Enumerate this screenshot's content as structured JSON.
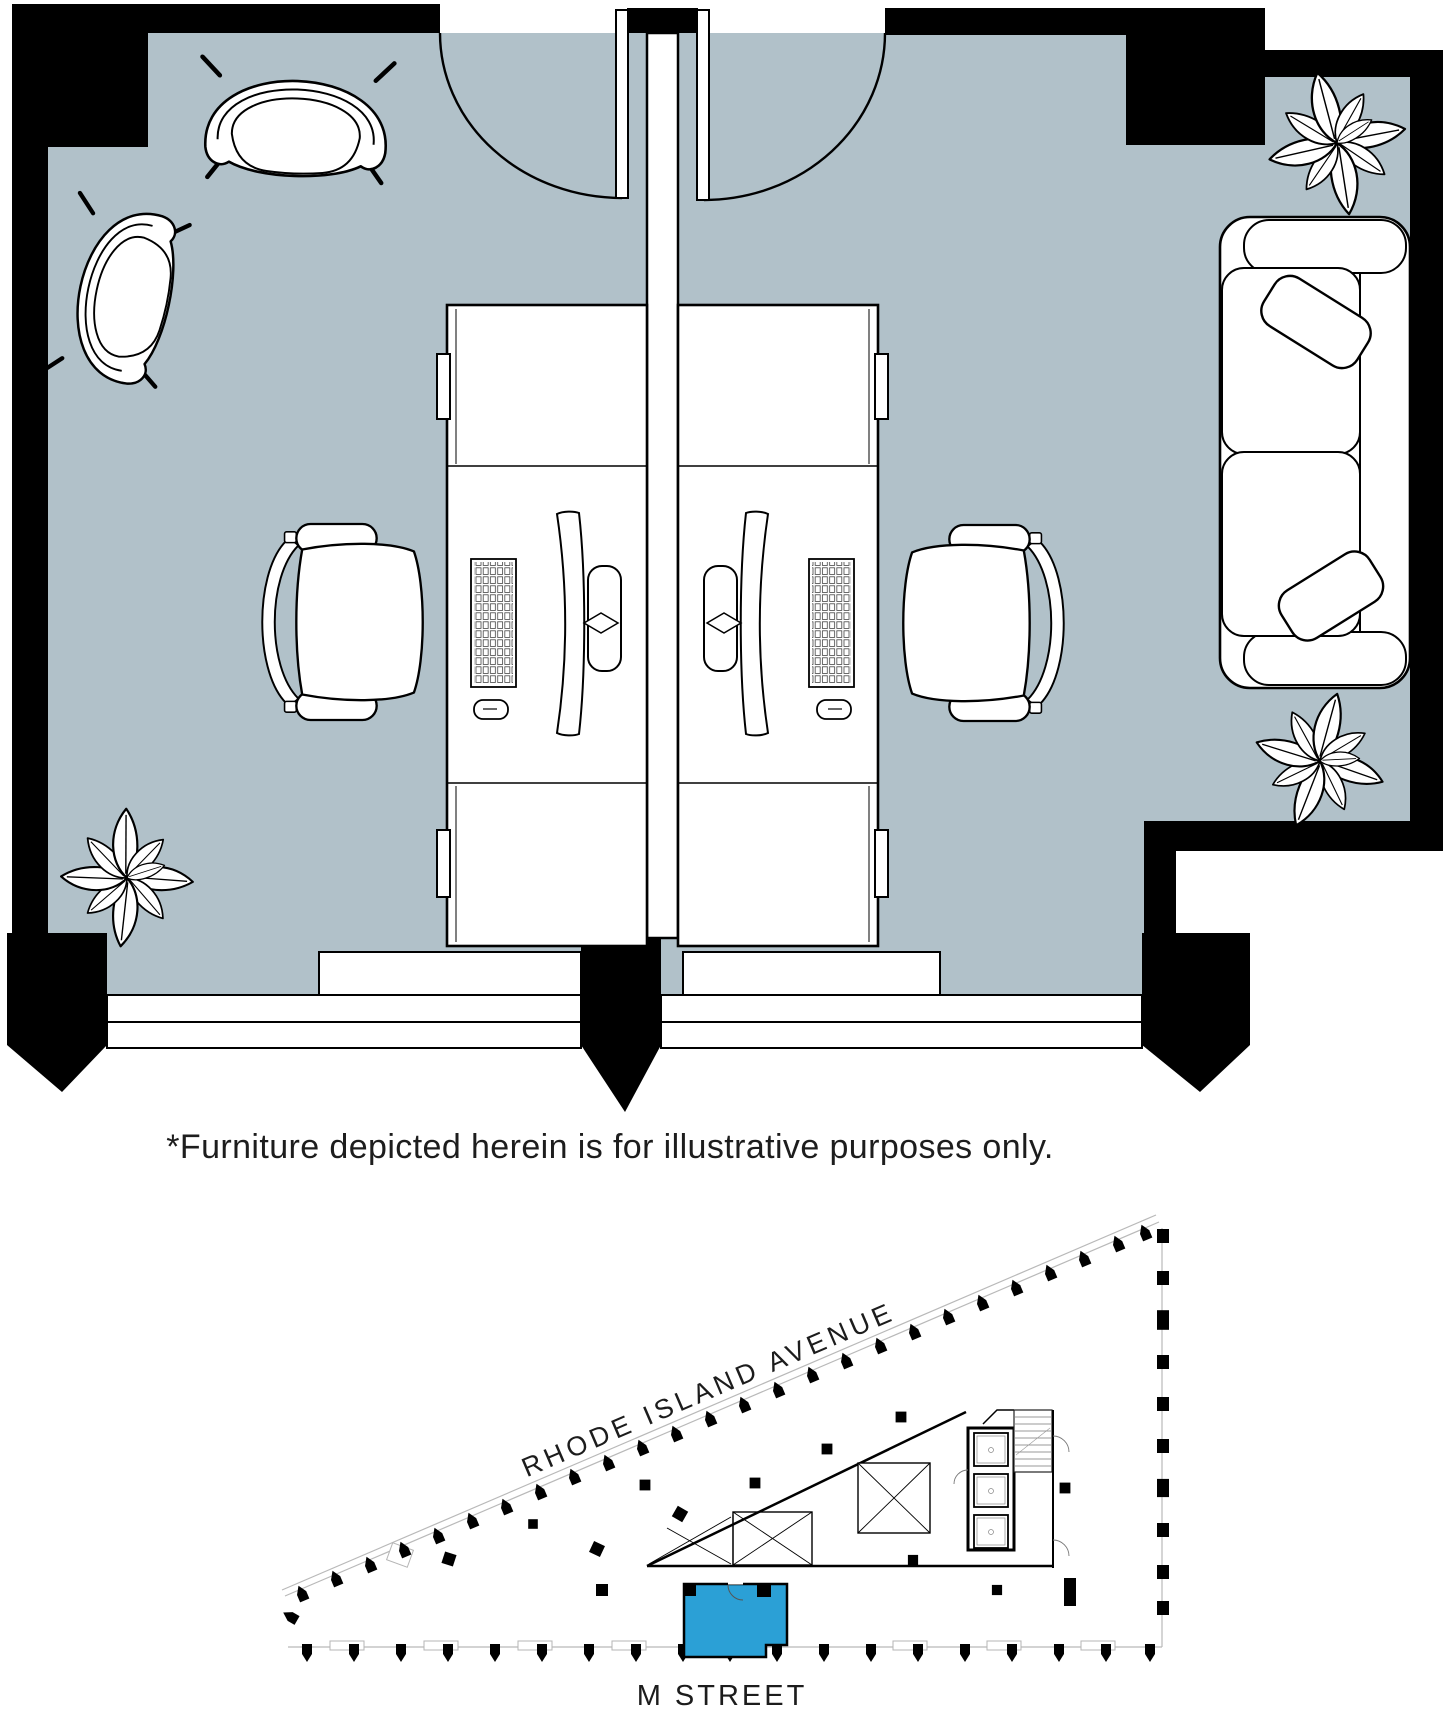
{
  "floor_plan": {
    "disclaimer": "*Furniture depicted herein is for illustrative purposes only.",
    "floor_color": "#b1c1c9",
    "wall_color": "#000000",
    "furniture": {
      "guest_chairs": 2,
      "task_chairs": 2,
      "desks": 2,
      "monitors": 2,
      "keyboards": 2,
      "mice": 2,
      "sofa": 1,
      "throw_pillows": 2,
      "plants": 3,
      "double_entry_door": true,
      "window_wall": true
    }
  },
  "key_plan": {
    "street_label_diagonal": "RHODE ISLAND AVENUE",
    "street_label_bottom": "M STREET",
    "suite_highlight_color": "#2ba0d6"
  }
}
